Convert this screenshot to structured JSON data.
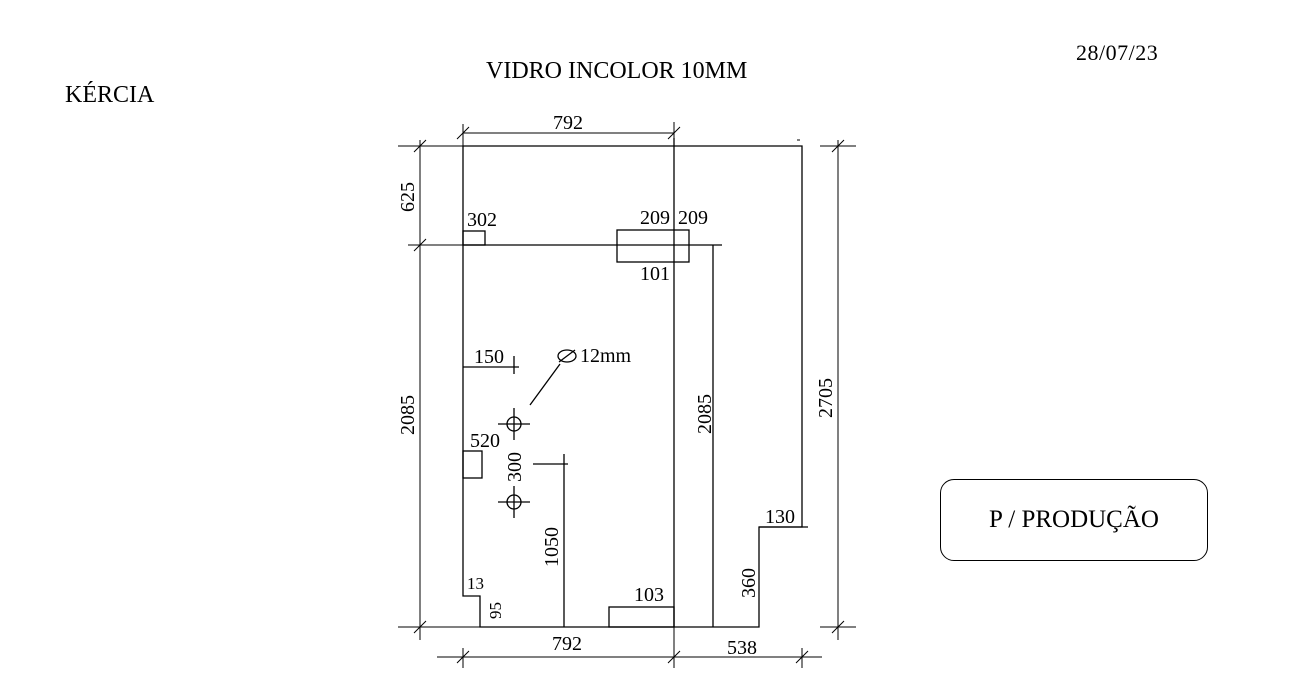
{
  "header": {
    "client": "KÉRCIA",
    "title": "VIDRO INCOLOR 10MM",
    "date": "28/07/23"
  },
  "badge": {
    "label": "P / PRODUÇÃO"
  },
  "dimensions": {
    "top_width": "792",
    "bottom_left_width": "792",
    "bottom_right_width": "538",
    "top_section_height": "625",
    "left_height": "2085",
    "total_height": "2705",
    "inner_height": "2085",
    "hinge_offset": "302",
    "cutout_left": "209",
    "cutout_right": "209",
    "cutout_height": "101",
    "hole_offset": "150",
    "hole_diameter": "12mm",
    "notch_top": "520",
    "hole_spacing": "300",
    "hole_height": "1050",
    "bottom_notch": "103",
    "corner_notch_w": "13",
    "corner_notch_h": "95",
    "step_width": "130",
    "step_height": "360"
  }
}
